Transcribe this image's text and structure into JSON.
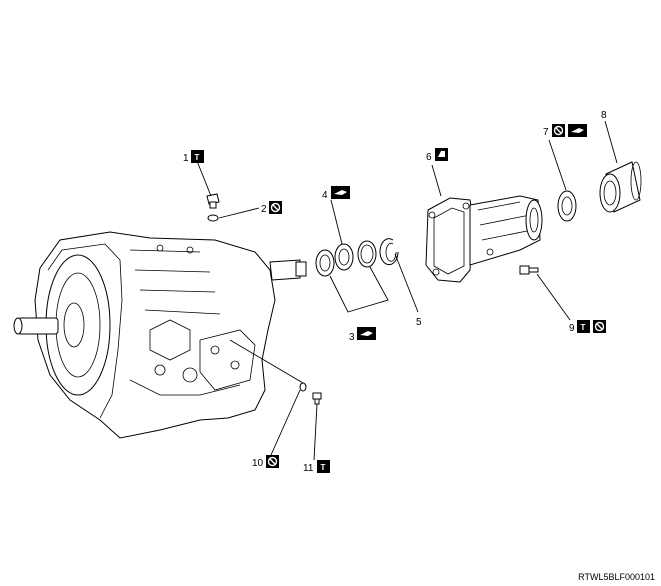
{
  "callouts": [
    {
      "number": "1",
      "symbols": [
        "torque-icon"
      ]
    },
    {
      "number": "2",
      "symbols": [
        "do-not-reuse-icon"
      ]
    },
    {
      "number": "3",
      "symbols": [
        "grease-icon"
      ]
    },
    {
      "number": "4",
      "symbols": [
        "grease-icon"
      ]
    },
    {
      "number": "5",
      "symbols": []
    },
    {
      "number": "6",
      "symbols": [
        "sealant-icon"
      ]
    },
    {
      "number": "7",
      "symbols": [
        "do-not-reuse-icon",
        "grease-icon"
      ]
    },
    {
      "number": "8",
      "symbols": []
    },
    {
      "number": "9",
      "symbols": [
        "torque-icon",
        "do-not-reuse-icon"
      ]
    },
    {
      "number": "10",
      "symbols": [
        "do-not-reuse-icon"
      ]
    },
    {
      "number": "11",
      "symbols": [
        "torque-icon"
      ]
    }
  ],
  "symbol_legend_glyphs": {
    "torque-icon": "T"
  },
  "reference_code": "RTWL5BLF000101",
  "colors": {
    "line": "#000000",
    "background": "#ffffff"
  }
}
